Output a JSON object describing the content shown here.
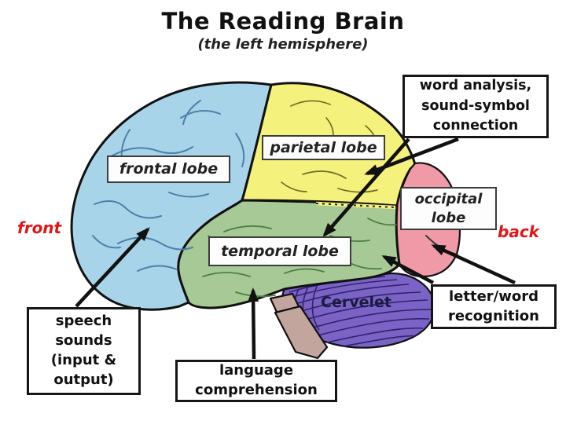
{
  "title": "The Reading Brain",
  "subtitle": "(the left hemisphere)",
  "direction_labels": {
    "front": "front",
    "back": "back"
  },
  "lobe_labels": {
    "frontal": "frontal lobe",
    "parietal": "parietal lobe",
    "temporal": "temporal lobe",
    "occipital": "occipital\nlobe",
    "cerebellum": "Cervelet"
  },
  "function_labels": {
    "word_analysis": "word analysis,\nsound-symbol\nconnection",
    "speech_sounds": "speech\nsounds\n(input &\noutput)",
    "language_comprehension": "language\ncomprehension",
    "letter_word": "letter/word\nrecognition"
  },
  "colors": {
    "frontal": "#a8d4e9",
    "parietal": "#f4f17c",
    "temporal": "#a6c995",
    "occipital": "#f09aa8",
    "cerebellum": "#7a63c5",
    "brainstem": "#c2a59d",
    "outline": "#111111",
    "arrow": "#111111",
    "accent_red": "#e01616"
  }
}
